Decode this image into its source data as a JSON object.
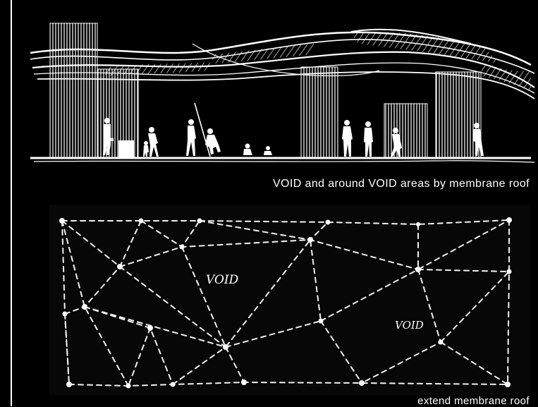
{
  "captions": {
    "section": "VOID and around VOID areas by membrane roof",
    "plan": "extend membrane roof"
  },
  "plan_labels": {
    "void_left": "VOID",
    "void_right": "VOID"
  },
  "colors": {
    "background": "#000000",
    "line": "#ffffff"
  }
}
